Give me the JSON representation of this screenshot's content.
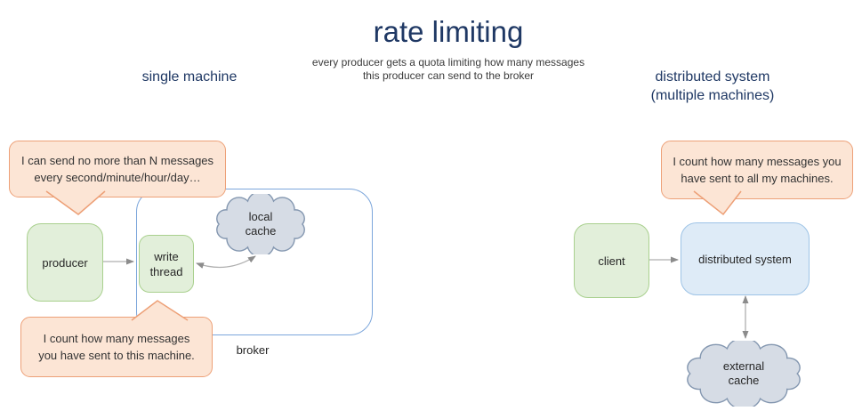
{
  "title": "rate limiting",
  "subtitle": {
    "line1": "every producer gets a quota limiting how many messages",
    "line2": "this producer can send to the broker"
  },
  "sections": {
    "single_machine": {
      "header": "single machine"
    },
    "distributed_system": {
      "header_line1": "distributed system",
      "header_line2": "(multiple machines)"
    }
  },
  "nodes": {
    "producer": {
      "label": "producer"
    },
    "write_thread": {
      "line1": "write",
      "line2": "thread"
    },
    "local_cache": {
      "line1": "local",
      "line2": "cache"
    },
    "broker": {
      "label": "broker"
    },
    "client": {
      "label": "client"
    },
    "distributed_system": {
      "label": "distributed system"
    },
    "external_cache": {
      "line1": "external",
      "line2": "cache"
    }
  },
  "bubbles": {
    "quota": {
      "line1": "I can send no more than N messages",
      "line2": "every second/minute/hour/day…"
    },
    "this_machine": {
      "line1": "I count how many messages",
      "line2": "you have sent to this machine."
    },
    "all_machines": {
      "line1": "I count how many messages you",
      "line2": "have sent to all my machines."
    }
  },
  "colors": {
    "heading_navy": "#1F3864",
    "bubble_fill": "#FCE5D5",
    "bubble_border": "#EDA077",
    "green_fill": "#E2EFDA",
    "green_border": "#A9D08E",
    "blue_fill": "#DEEBF7",
    "blue_border": "#9DC3E6",
    "broker_border": "#7CA6DB",
    "cloud_fill": "#D6DCE5",
    "cloud_border": "#8497B0",
    "arrow_gray": "#9e9e9e"
  }
}
